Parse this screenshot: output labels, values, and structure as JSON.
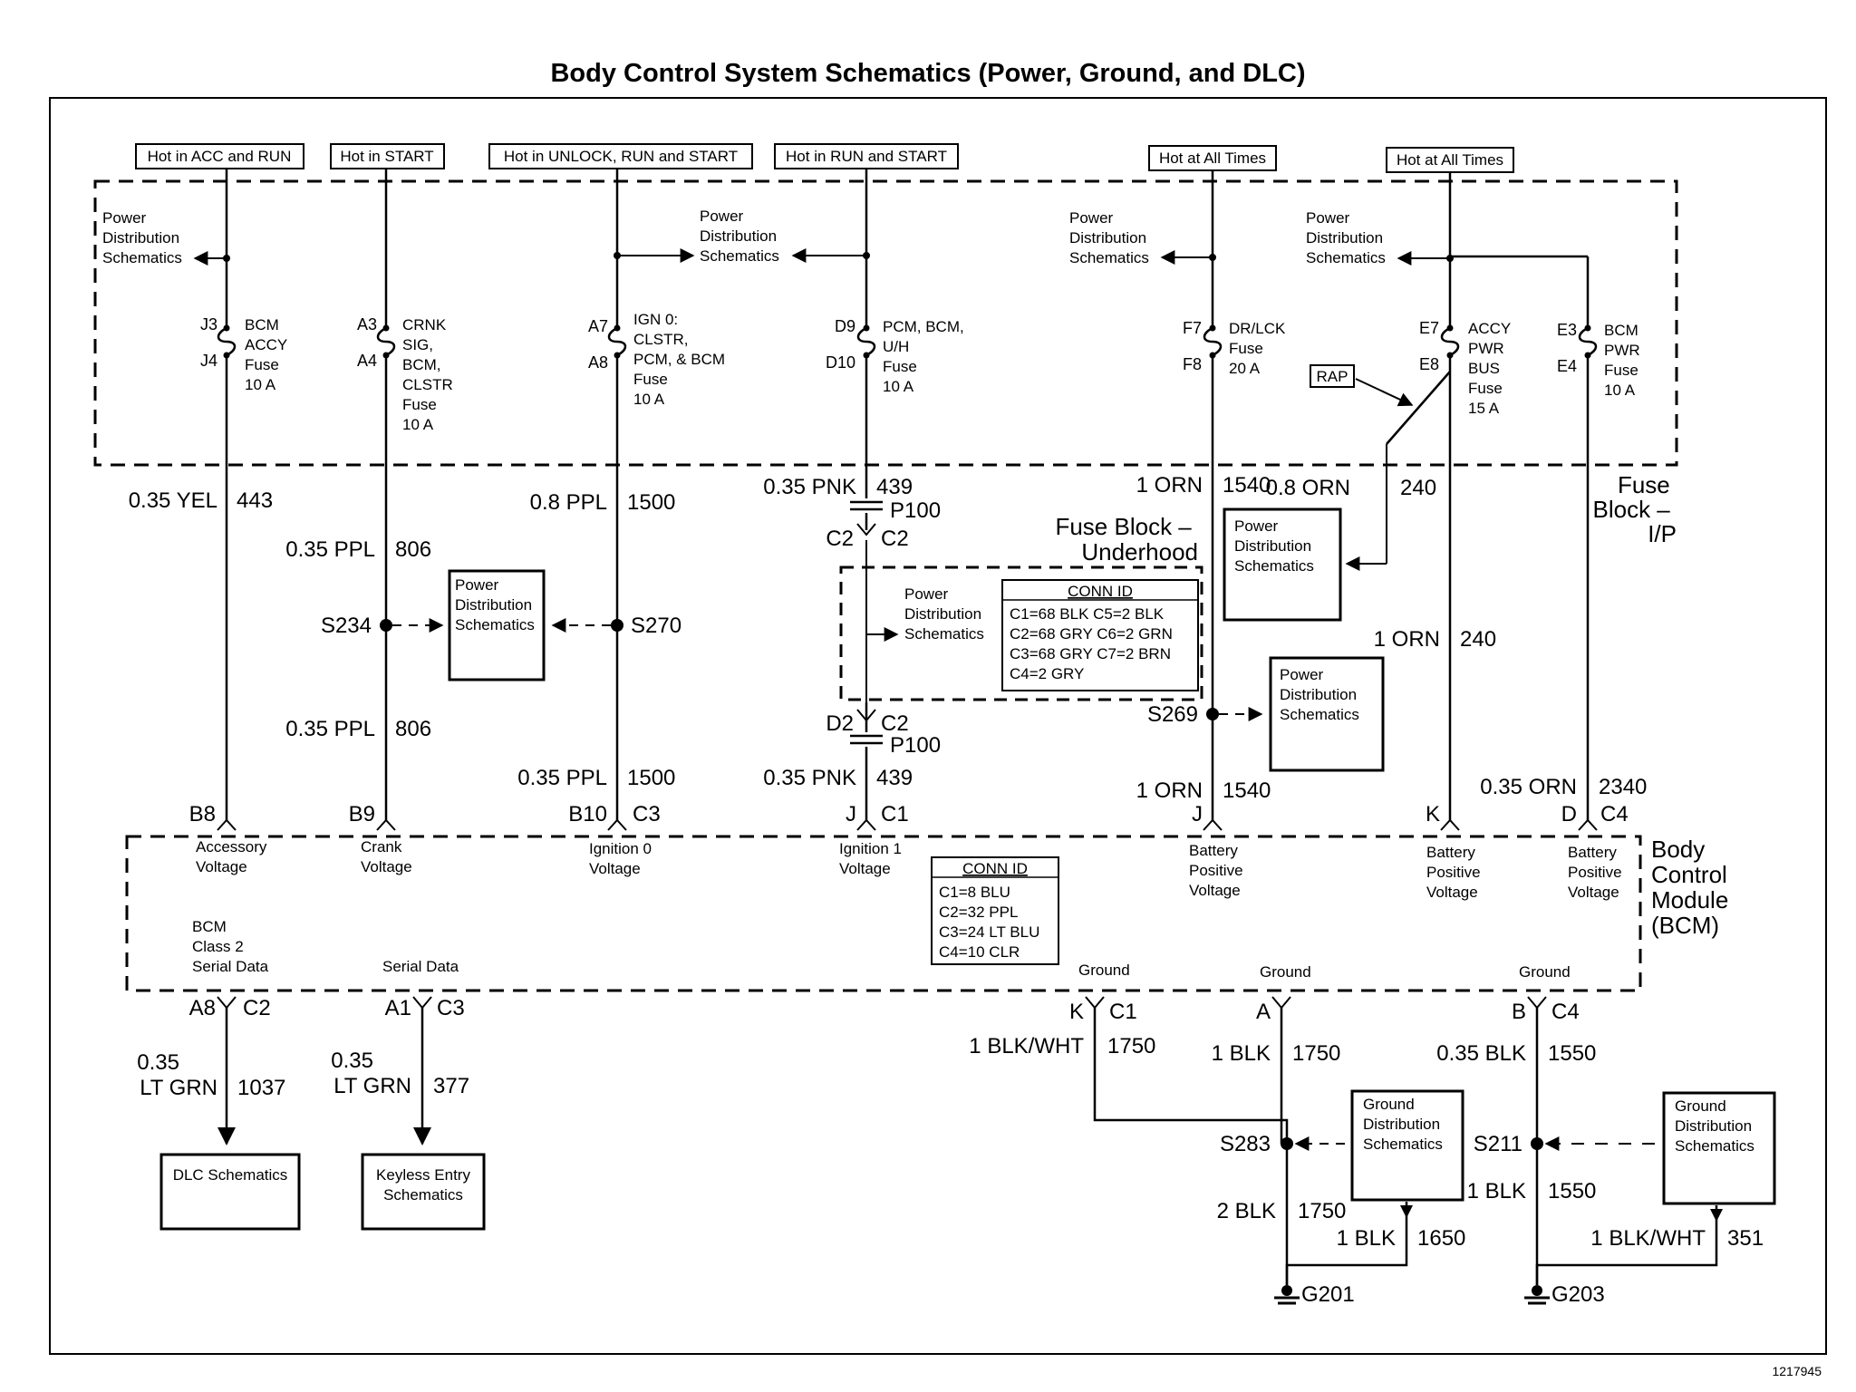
{
  "title": "Body Control System Schematics (Power, Ground, and DLC)",
  "figure_id": "1217945",
  "hot_labels": [
    "Hot in ACC and RUN",
    "Hot in START",
    "Hot in UNLOCK, RUN and START",
    "Hot in RUN and START",
    "Hot at All Times",
    "Hot at All Times"
  ],
  "pds": [
    "Power",
    "Distribution",
    "Schematics"
  ],
  "gds": [
    "Ground",
    "Distribution",
    "Schematics"
  ],
  "fuses": [
    {
      "pin_top": "J3",
      "pin_bot": "J4",
      "lines": [
        "BCM",
        "ACCY",
        "Fuse",
        "10 A"
      ]
    },
    {
      "pin_top": "A3",
      "pin_bot": "A4",
      "lines": [
        "CRNK",
        "SIG,",
        "BCM,",
        "CLSTR",
        "Fuse",
        "10 A"
      ]
    },
    {
      "pin_top": "A7",
      "pin_bot": "A8",
      "lines": [
        "IGN 0:",
        "CLSTR,",
        "PCM, & BCM",
        "Fuse",
        "10 A"
      ]
    },
    {
      "pin_top": "D9",
      "pin_bot": "D10",
      "lines": [
        "PCM, BCM,",
        "U/H",
        "Fuse",
        "10 A"
      ]
    },
    {
      "pin_top": "F7",
      "pin_bot": "F8",
      "lines": [
        "DR/LCK",
        "Fuse",
        "20 A"
      ]
    },
    {
      "pin_top": "E7",
      "pin_bot": "E8",
      "lines": [
        "ACCY",
        "PWR",
        "BUS",
        "Fuse",
        "15 A"
      ]
    },
    {
      "pin_top": "E3",
      "pin_bot": "E4",
      "lines": [
        "BCM",
        "PWR",
        "Fuse",
        "10 A"
      ]
    }
  ],
  "rap": "RAP",
  "fuse_block_ip": [
    "Fuse",
    "Block –",
    "I/P"
  ],
  "fuse_block_uh": [
    "Fuse Block –",
    "Underhood"
  ],
  "conn_id_label": "CONN ID",
  "p100_conn_ids": [
    "C1=68 BLK  C5=2 BLK",
    "C2=68 GRY  C6=2 GRN",
    "C3=68 GRY  C7=2 BRN",
    "C4=2 GRY"
  ],
  "bcm_conn_ids": [
    "C1=8 BLU",
    "C2=32 PPL",
    "C3=24 LT BLU",
    "C4=10 CLR"
  ],
  "bcm_title": [
    "Body",
    "Control",
    "Module",
    "(BCM)"
  ],
  "wires": {
    "w443": {
      "color": "0.35 YEL",
      "circuit": "443"
    },
    "w806a": {
      "color": "0.35 PPL",
      "circuit": "806"
    },
    "w806b": {
      "color": "0.35 PPL",
      "circuit": "806"
    },
    "w1500a": {
      "color": "0.8 PPL",
      "circuit": "1500"
    },
    "w1500b": {
      "color": "0.35 PPL",
      "circuit": "1500"
    },
    "w439a": {
      "color": "0.35 PNK",
      "circuit": "439"
    },
    "w439b": {
      "color": "0.35 PNK",
      "circuit": "439"
    },
    "w1540a": {
      "color": "1 ORN",
      "circuit": "1540"
    },
    "w1540b": {
      "color": "1 ORN",
      "circuit": "1540"
    },
    "w240a": {
      "color": "0.8 ORN",
      "circuit": "240"
    },
    "w240b": {
      "color": "1 ORN",
      "circuit": "240"
    },
    "w2340": {
      "color": "0.35 ORN",
      "circuit": "2340"
    },
    "w1037": {
      "color1": "0.35",
      "color2": "LT GRN",
      "circuit": "1037"
    },
    "w377": {
      "color1": "0.35",
      "color2": "LT GRN",
      "circuit": "377"
    },
    "w1750a": {
      "color": "1 BLK/WHT",
      "circuit": "1750"
    },
    "w1750b": {
      "color": "1 BLK",
      "circuit": "1750"
    },
    "w1750c": {
      "color": "2 BLK",
      "circuit": "1750"
    },
    "w1650": {
      "color": "1 BLK",
      "circuit": "1650"
    },
    "w1550a": {
      "color": "0.35 BLK",
      "circuit": "1550"
    },
    "w1550b": {
      "color": "1 BLK",
      "circuit": "1550"
    },
    "w351": {
      "color": "1 BLK/WHT",
      "circuit": "351"
    }
  },
  "splices": {
    "s234": "S234",
    "s270": "S270",
    "s269": "S269",
    "s283": "S283",
    "s211": "S211"
  },
  "p100": "P100",
  "c2": "C2",
  "d2": "D2",
  "grounds": {
    "g201": "G201",
    "g203": "G203"
  },
  "bcm_pins": {
    "b8": "B8",
    "b9": "B9",
    "b10": "B10",
    "c3": "C3",
    "j": "J",
    "c1": "C1",
    "jbat": "J",
    "k": "K",
    "d": "D",
    "c4": "C4",
    "a8": "A8",
    "c2": "C2",
    "a1": "A1",
    "c3b": "C3",
    "kg": "K",
    "c1g": "C1",
    "ag": "A",
    "bg": "B",
    "c4g": "C4"
  },
  "bcm_labels": {
    "acc": [
      "Accessory",
      "Voltage"
    ],
    "crank": [
      "Crank",
      "Voltage"
    ],
    "ign0": [
      "Ignition 0",
      "Voltage"
    ],
    "ign1": [
      "Ignition 1",
      "Voltage"
    ],
    "batt": [
      "Battery",
      "Positive",
      "Voltage"
    ],
    "class2": [
      "BCM",
      "Class 2",
      "Serial Data"
    ],
    "serial": "Serial Data",
    "ground": "Ground"
  },
  "dest": {
    "dlc": "DLC Schematics",
    "keyless": [
      "Keyless Entry",
      "Schematics"
    ]
  }
}
